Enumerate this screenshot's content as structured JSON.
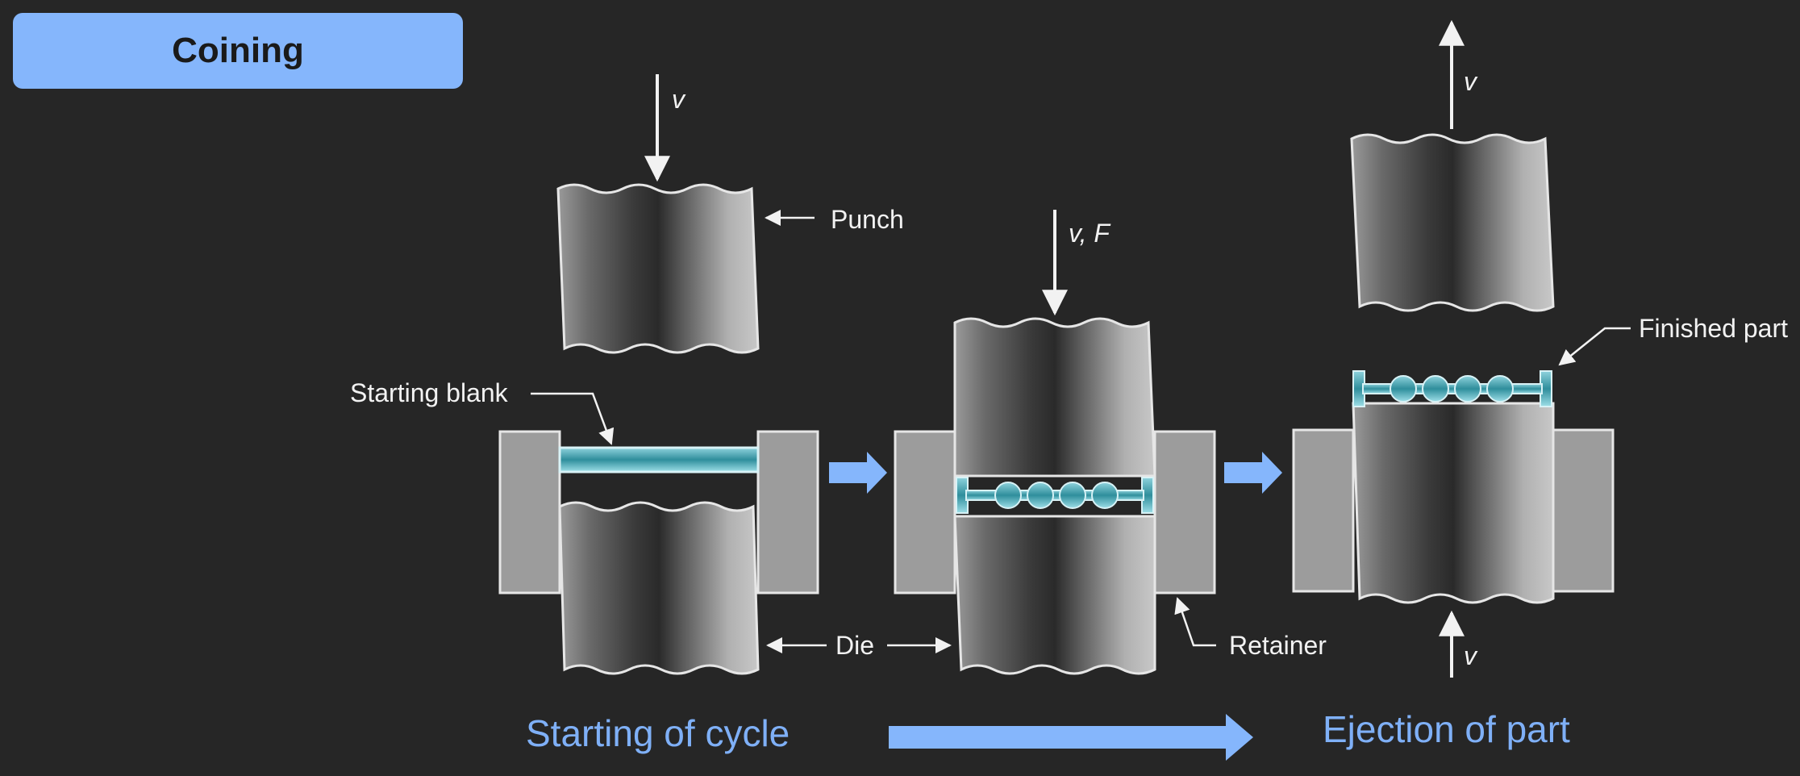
{
  "title": "Coining",
  "labels": {
    "v": "v",
    "vf": "v, F",
    "punch": "Punch",
    "starting_blank": "Starting blank",
    "die": "Die",
    "retainer": "Retainer",
    "finished_part": "Finished part"
  },
  "captions": {
    "start": "Starting of cycle",
    "end": "Ejection of part"
  },
  "colors": {
    "background": "#262626",
    "accent": "#85b6fc",
    "caption": "#7fb0f7",
    "workpiece": "#3fa3b3"
  }
}
